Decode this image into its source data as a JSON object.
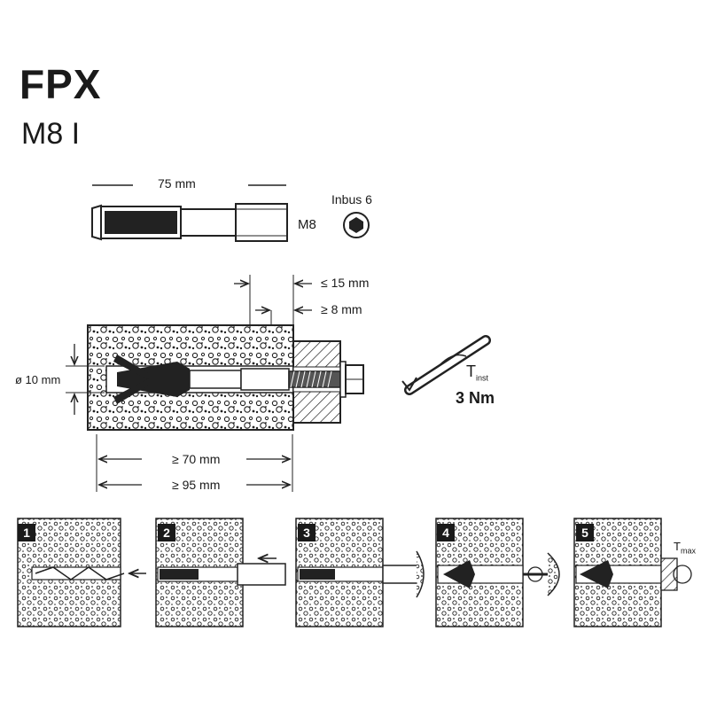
{
  "header": {
    "title": "FPX",
    "subtitle": "M8 I"
  },
  "anchor": {
    "length_label": "75 mm",
    "thread_label": "M8",
    "hex_label": "Inbus 6"
  },
  "section": {
    "fixture_max_label": "≤ 15 mm",
    "fixture_min_label": "≥ 8 mm",
    "hole_diameter_label": "ø 10 mm",
    "embed_depth_label": "≥ 70 mm",
    "hole_depth_label": "≥ 95 mm"
  },
  "torque": {
    "symbol": "T",
    "subscript": "inst",
    "value": "3 Nm"
  },
  "steps": [
    {
      "number": "1"
    },
    {
      "number": "2"
    },
    {
      "number": "3"
    },
    {
      "number": "4"
    },
    {
      "number": "5",
      "torque_label": "T",
      "torque_sub": "max"
    }
  ]
}
